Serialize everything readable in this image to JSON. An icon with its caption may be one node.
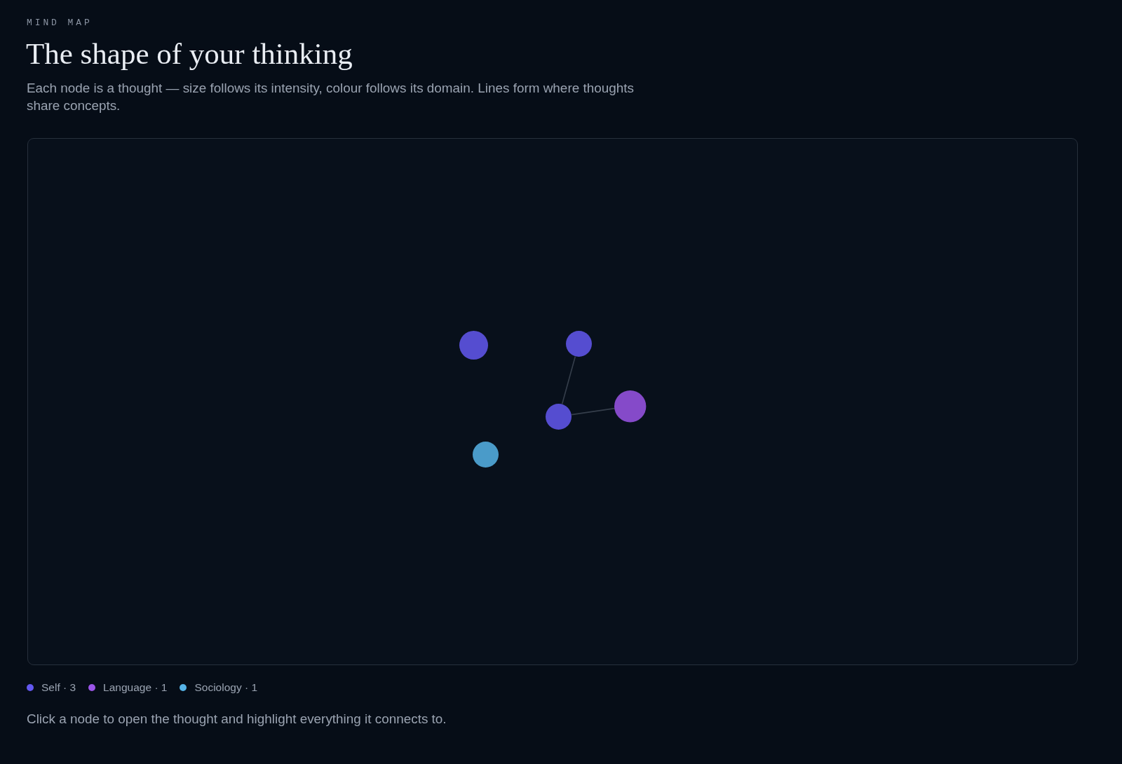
{
  "diagram": {
    "title": "The shape of your thinking",
    "caption": "Each node is a thought — size follows its intensity, colour follows its domain. Lines form where thoughts share concepts.",
    "nodes": [
      {
        "text": [],
        "shape": "circle"
      },
      {
        "text": [],
        "shape": "circle"
      },
      {
        "text": [],
        "shape": "circle"
      },
      {
        "text": [],
        "shape": "circle"
      },
      {
        "text": [],
        "shape": "circle"
      }
    ],
    "edges": [
      {
        "from": 1,
        "to": 2,
        "arrow": "none"
      },
      {
        "from": 2,
        "to": 3,
        "arrow": "none"
      }
    ],
    "labels": [
      "MIND MAP",
      "Click a node to open the thought and highlight everything it connects to."
    ],
    "legend": [
      {
        "text": "Self · 3",
        "color": "#6358f0"
      },
      {
        "text": "Language · 1",
        "color": "#9b55e8"
      },
      {
        "text": "Sociology · 1",
        "color": "#56b4e8"
      }
    ]
  }
}
